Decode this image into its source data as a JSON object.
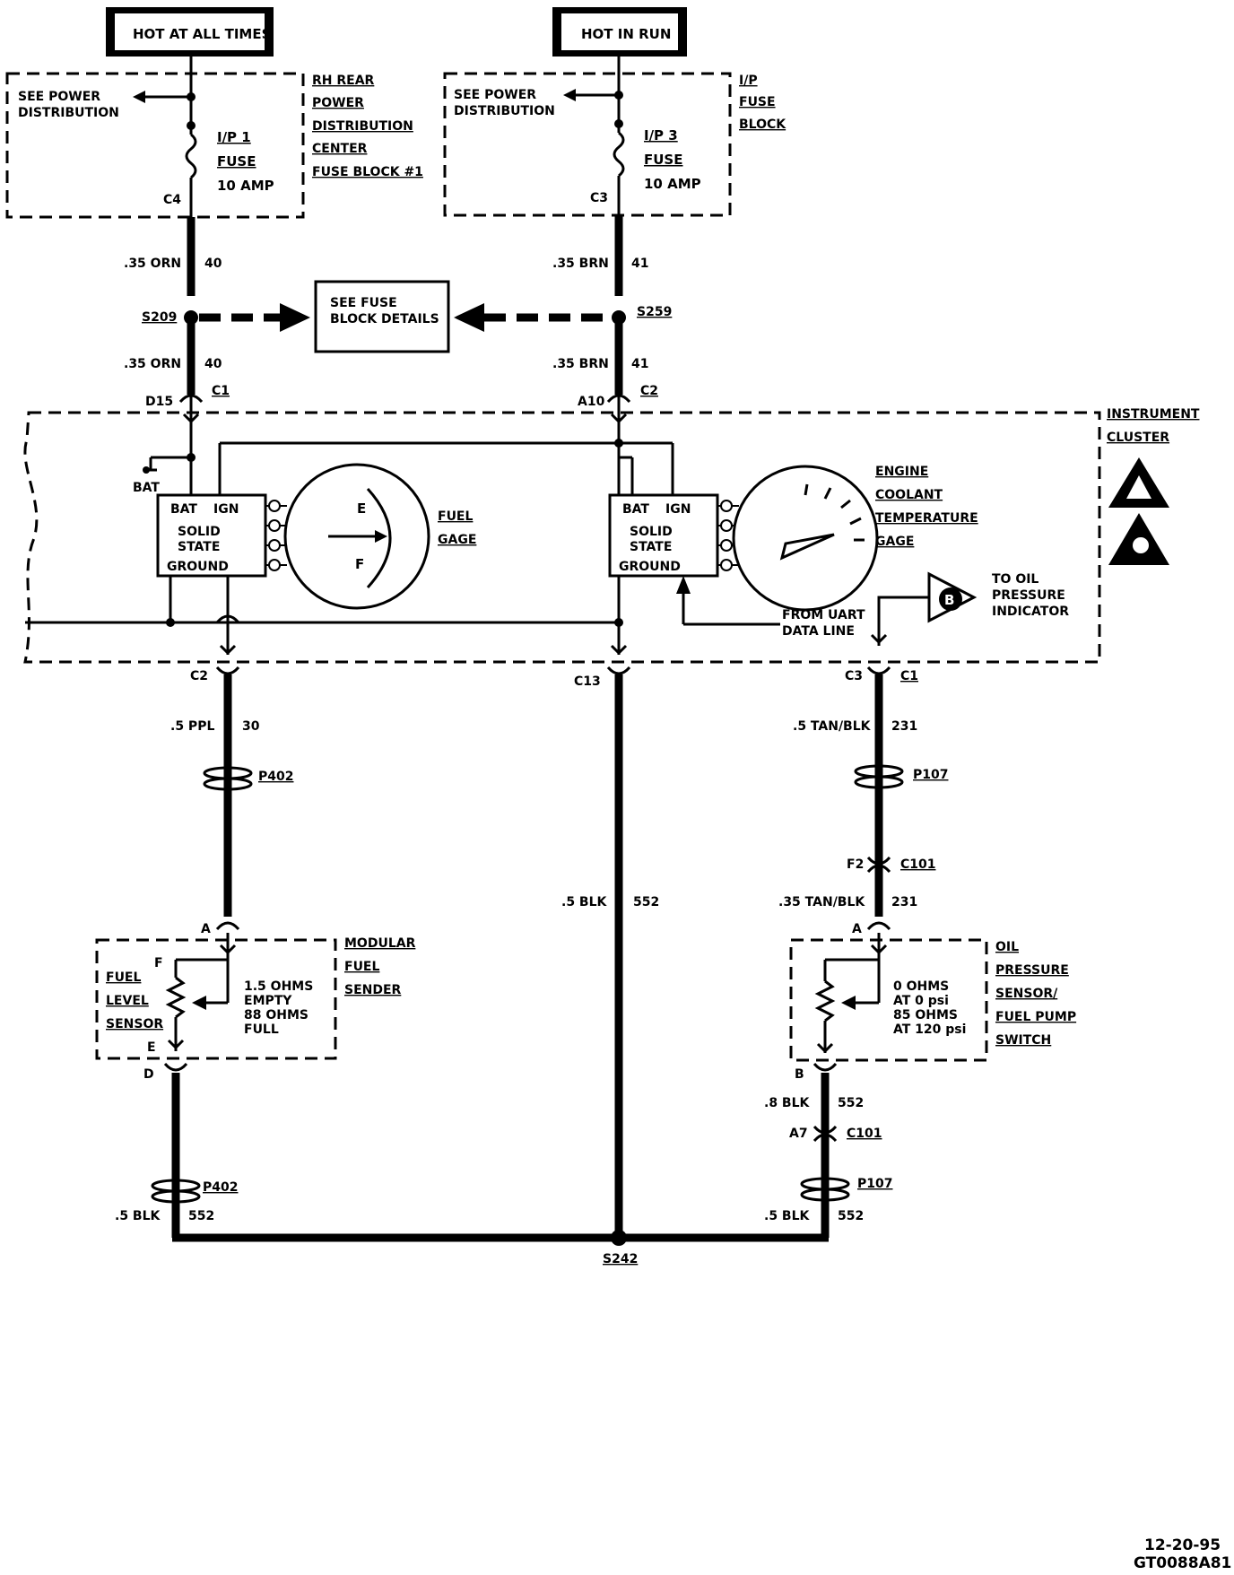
{
  "sources": {
    "left_label": "HOT AT ALL TIMES",
    "right_label": "HOT IN RUN"
  },
  "left_fuse_block": {
    "see_power_1": "SEE POWER",
    "see_power_2": "DISTRIBUTION",
    "fuse_name": "I/P 1",
    "fuse_word": "FUSE",
    "fuse_rating": "10 AMP",
    "terminal": "C4",
    "title_lines": [
      "RH REAR",
      "POWER",
      "DISTRIBUTION",
      "CENTER",
      "FUSE BLOCK #1"
    ]
  },
  "right_fuse_block": {
    "see_power_1": "SEE POWER",
    "see_power_2": "DISTRIBUTION",
    "fuse_name": "I/P 3",
    "fuse_word": "FUSE",
    "fuse_rating": "10 AMP",
    "terminal": "C3",
    "title_lines": [
      "I/P",
      "FUSE",
      "BLOCK"
    ]
  },
  "wires": {
    "orn_gauge": ".35 ORN",
    "orn_circuit": "40",
    "brn_gauge": ".35 BRN",
    "brn_circuit": "41",
    "ppl_gauge": ".5 PPL",
    "ppl_circuit": "30",
    "blk_gauge": ".5 BLK",
    "blk_circuit": "552",
    "tanblk_gauge": ".5 TAN/BLK",
    "tanblk_circuit": "231",
    "tanblk2_gauge": ".35 TAN/BLK",
    "tanblk2_circuit": "231",
    "blk8_gauge": ".8 BLK",
    "blk8_circuit": "552"
  },
  "splices": {
    "s209": "S209",
    "s259": "S259",
    "s242": "S242"
  },
  "fuse_details": {
    "line1": "SEE FUSE",
    "line2": "BLOCK DETAILS"
  },
  "cluster_connectors": {
    "d15": "D15",
    "c1_top": "C1",
    "a10": "A10",
    "c2_top": "C2",
    "c2_bot": "C2",
    "c13": "C13",
    "c3_bot": "C3",
    "c1_bot": "C1"
  },
  "cluster": {
    "title_1": "INSTRUMENT",
    "title_2": "CLUSTER",
    "bat": "BAT",
    "fuel_module": {
      "bat": "BAT",
      "ign": "IGN",
      "solid": "SOLID",
      "state": "STATE",
      "ground": "GROUND"
    },
    "fuel_gage_1": "FUEL",
    "fuel_gage_2": "GAGE",
    "fuel_e": "E",
    "fuel_f": "F",
    "temp_module": {
      "bat": "BAT",
      "ign": "IGN",
      "solid": "SOLID",
      "state": "STATE",
      "ground": "GROUND"
    },
    "temp_gage_lines": [
      "ENGINE",
      "COOLANT",
      "TEMPERATURE",
      "GAGE"
    ],
    "uart_1": "FROM UART",
    "uart_2": "DATA LINE",
    "indicator_letter": "B",
    "oil_lines": [
      "TO OIL",
      "PRESSURE",
      "INDICATOR"
    ]
  },
  "connectors": {
    "p402": "P402",
    "p107": "P107",
    "f2": "F2",
    "c101": "C101",
    "a7": "A7",
    "a_left": "A",
    "d_left": "D",
    "a_right": "A",
    "b_right": "B"
  },
  "fuel_sender": {
    "f_term": "F",
    "e_term": "E",
    "sensor_lines": [
      "FUEL",
      "LEVEL",
      "SENSOR"
    ],
    "spec_lines": [
      "1.5 OHMS",
      "EMPTY",
      "88 OHMS",
      "FULL"
    ],
    "title_lines": [
      "MODULAR",
      "FUEL",
      "SENDER"
    ]
  },
  "oil_sensor": {
    "spec_lines": [
      "0 OHMS",
      "AT 0 psi",
      "85 OHMS",
      "AT 120 psi"
    ],
    "title_lines": [
      "OIL",
      "PRESSURE",
      "SENSOR/",
      "FUEL PUMP",
      "SWITCH"
    ]
  },
  "stamp": {
    "date": "12-20-95",
    "code": "GT0088A81"
  }
}
